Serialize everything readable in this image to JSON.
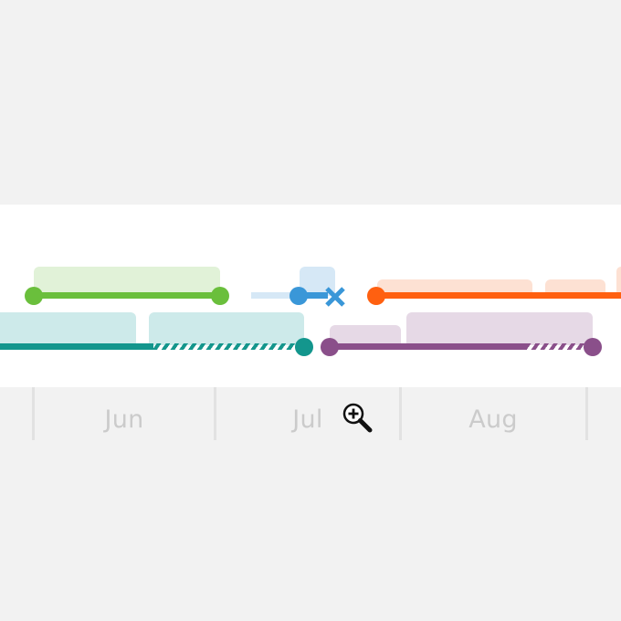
{
  "axis": {
    "months": [
      "Jun",
      "Jul",
      "Aug"
    ]
  },
  "colors": {
    "green": "#6abf3c",
    "green_light": "#e1f2d8",
    "blue": "#3a97d8",
    "blue_light": "#d6e8f6",
    "orange": "#ff6010",
    "orange_light": "#fde1d3",
    "teal": "#13968d",
    "teal_light": "#cdeaea",
    "purple": "#8a4f8a",
    "purple_light": "#e6d9e6"
  },
  "icons": {
    "cancel": "close-icon",
    "zoom": "zoom-in-icon"
  }
}
